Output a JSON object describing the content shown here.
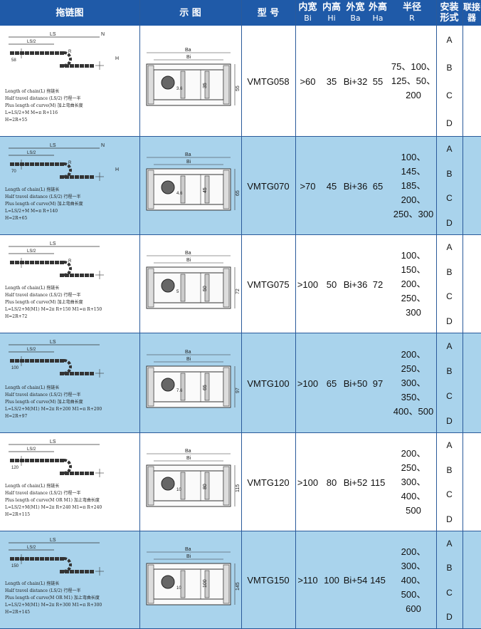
{
  "header": {
    "col_drawing": "拖链图",
    "col_diagram": "示 图",
    "col_model": "型 号",
    "col_inner_width": "内宽",
    "col_inner_width_sub": "Bi",
    "col_inner_height": "内高",
    "col_inner_height_sub": "Hi",
    "col_outer_width": "外宽",
    "col_outer_width_sub": "Ba",
    "col_outer_height": "外高",
    "col_outer_height_sub": "Ha",
    "col_radius": "半径",
    "col_radius_sub": "R",
    "col_mount_1": "安装",
    "col_mount_2": "形式",
    "col_connector_1": "联接",
    "col_connector_2": "器"
  },
  "colors": {
    "header": "#1f5aa8",
    "row_white": "#ffffff",
    "row_blue": "#a9d3ec",
    "line": "#2a5a9a"
  },
  "rows": [
    {
      "model": "VMTG058",
      "bi": ">60",
      "hi": "35",
      "ba": "Bi+32",
      "ha": "55",
      "radius": [
        "75、100、",
        "125、50、",
        "200"
      ],
      "mounts": [
        "A",
        "B",
        "C",
        "D"
      ],
      "chain_labels": {
        "ls": "LS",
        "half": "LS/2",
        "n": "N",
        "r": "R",
        "h": "H",
        "offset": "58"
      },
      "notes": [
        "Length of chain(L) 拖链长",
        "Half travel distance (LS/2) 行程一半",
        "Plus length of curve(M) 加上弯曲长度",
        "L=LS/2+M  M=π R+116",
        "H=2R+55"
      ],
      "section": {
        "ba": "Ba",
        "bi": "Bi",
        "hi_val": "35",
        "ha_val": "55",
        "t_val": "3.6"
      }
    },
    {
      "model": "VMTG070",
      "bi": ">70",
      "hi": "45",
      "ba": "Bi+36",
      "ha": "65",
      "radius": [
        "100、145、",
        "185、200、",
        "250、300"
      ],
      "mounts": [
        "A",
        "B",
        "C",
        "D"
      ],
      "chain_labels": {
        "ls": "LS",
        "half": "LS/2",
        "n": "N",
        "r": "R",
        "h": "H",
        "offset": "70"
      },
      "notes": [
        "Length of chain(L) 拖链长",
        "Half travel distance (LS/2) 行程一半",
        "Plus length of curve(M) 加上弯曲长度",
        "L=LS/2+M  M=π R+140",
        "H=2R+65"
      ],
      "section": {
        "ba": "Ba",
        "bi": "Bi",
        "hi_val": "45",
        "ha_val": "65",
        "t_val": "4.6"
      }
    },
    {
      "model": "VMTG075",
      "bi": ">100",
      "hi": "50",
      "ba": "Bi+36",
      "ha": "72",
      "radius": [
        "100、150、",
        "200、250、",
        "300"
      ],
      "mounts": [
        "A",
        "B",
        "C",
        "D"
      ],
      "chain_labels": {
        "ls": "LS",
        "half": "LS/2",
        "n": "",
        "r": "R",
        "h": "",
        "offset": ""
      },
      "notes": [
        "Length of chain(L) 拖链长",
        "Half travel distance (LS/2) 行程一半",
        "Plus length of curve(M) 加上弯曲长度",
        "L=LS/2+M(M1)  M=2π R+150  M1=π R+150",
        "H=2R+72"
      ],
      "section": {
        "ba": "Ba",
        "bi": "Bi",
        "hi_val": "50",
        "ha_val": "72",
        "t_val": "5"
      }
    },
    {
      "model": "VMTG100",
      "bi": ">100",
      "hi": "65",
      "ba": "Bi+50",
      "ha": "97",
      "radius": [
        "200、250、",
        "300、350、",
        "400、500"
      ],
      "mounts": [
        "A",
        "B",
        "C",
        "D"
      ],
      "chain_labels": {
        "ls": "LS",
        "half": "LS/2",
        "n": "",
        "r": "",
        "h": "",
        "offset": "100"
      },
      "notes": [
        "Length of chain(L) 拖链长",
        "Half travel distance (LS/2) 行程一半",
        "Plus length of curve(M) 加上弯曲长度",
        "L=LS/2+M(M1)  M=2π R+200  M1=π R+200",
        "H=2R+97"
      ],
      "section": {
        "ba": "Ba",
        "bi": "Bi",
        "hi_val": "65",
        "ha_val": "97",
        "t_val": "7.6"
      }
    },
    {
      "model": "VMTG120",
      "bi": ">100",
      "hi": "80",
      "ba": "Bi+52",
      "ha": "115",
      "radius": [
        "200、250、",
        "300、400、",
        "500"
      ],
      "mounts": [
        "A",
        "B",
        "C",
        "D"
      ],
      "chain_labels": {
        "ls": "LS",
        "half": "LS/2",
        "n": "",
        "r": "",
        "h": "",
        "offset": "120"
      },
      "notes": [
        "Length of chain(L) 拖链长",
        "Half travel distance (LS/2) 行程一半",
        "Plus length of curve(M OR M1) 加上弯曲长度",
        "L=LS/2+M(M1)  M=2π R+240  M1=π R+240",
        "H=2R+115"
      ],
      "section": {
        "ba": "Ba",
        "bi": "Bi",
        "hi_val": "80",
        "ha_val": "115",
        "t_val": "10"
      }
    },
    {
      "model": "VMTG150",
      "bi": ">110",
      "hi": "100",
      "ba": "Bi+54",
      "ha": "145",
      "radius": [
        "200、300、",
        "400、500、",
        "600"
      ],
      "mounts": [
        "A",
        "B",
        "C",
        "D"
      ],
      "chain_labels": {
        "ls": "LS",
        "half": "LS/2",
        "n": "",
        "r": "",
        "h": "",
        "offset": "150"
      },
      "notes": [
        "Length of chain(L) 拖链长",
        "Half travel distance (LS/2) 行程一半",
        "Plus length of curve(M OR M1) 加上弯曲长度",
        "L=LS/2+M(M1)  M=2π R+300  M1=π R+300",
        "H=2R+145"
      ],
      "section": {
        "ba": "Ba",
        "bi": "Bi",
        "hi_val": "100",
        "ha_val": "145",
        "t_val": "10"
      }
    }
  ]
}
